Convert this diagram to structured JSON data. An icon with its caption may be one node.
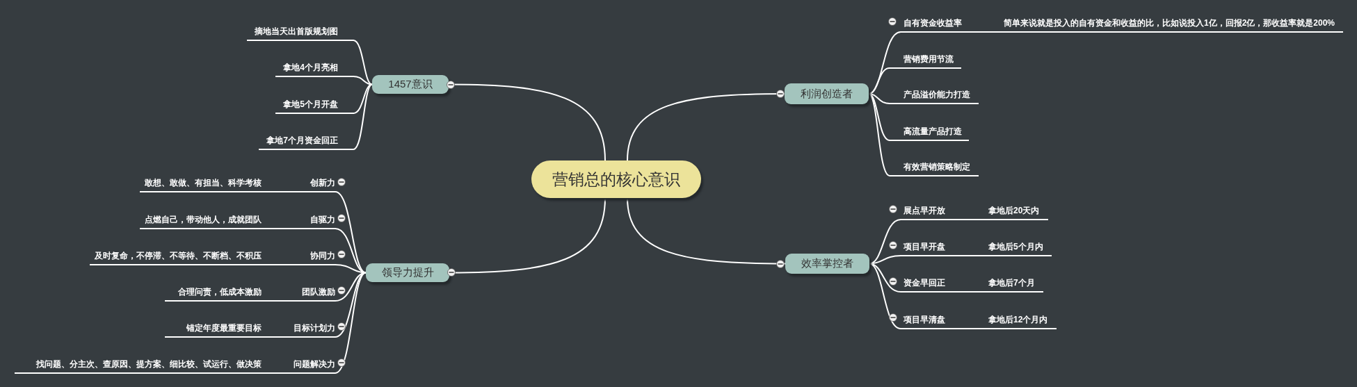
{
  "diagram": {
    "nodes": [
      {
        "text": [
          "营销总的核心意识"
        ]
      },
      {
        "text": [
          "1457意识"
        ]
      },
      {
        "text": [
          "摘地当天出首版规划图"
        ]
      },
      {
        "text": [
          "拿地4个月亮相"
        ]
      },
      {
        "text": [
          "拿地5个月开盘"
        ]
      },
      {
        "text": [
          "拿地7个月资金回正"
        ]
      },
      {
        "text": [
          "领导力提升"
        ]
      },
      {
        "text": [
          "创新力"
        ]
      },
      {
        "text": [
          "自驱力"
        ]
      },
      {
        "text": [
          "协同力"
        ]
      },
      {
        "text": [
          "团队激励"
        ]
      },
      {
        "text": [
          "目标计划力"
        ]
      },
      {
        "text": [
          "问题解决力"
        ]
      },
      {
        "text": [
          "敢想、敢做、有担当、科学考核"
        ]
      },
      {
        "text": [
          "点燃自己，带动他人，成就团队"
        ]
      },
      {
        "text": [
          "及时复命，不停滞、不等待、不断档、不积压"
        ]
      },
      {
        "text": [
          "合理问责，低成本激励"
        ]
      },
      {
        "text": [
          "锚定年度最重要目标"
        ]
      },
      {
        "text": [
          "找问题、分主次、查原因、提方案、细比较、试运行、做决策"
        ]
      },
      {
        "text": [
          "利润创造者"
        ]
      },
      {
        "text": [
          "自有资金收益率"
        ]
      },
      {
        "text": [
          "营销费用节流"
        ]
      },
      {
        "text": [
          "产品溢价能力打造"
        ]
      },
      {
        "text": [
          "高流量产品打造"
        ]
      },
      {
        "text": [
          "有效营销策略制定"
        ]
      },
      {
        "text": [
          "简单来说就是投入的自有资金和收益的比，比如说投入1亿，回报2亿，那收益率就是200%"
        ]
      },
      {
        "text": [
          "效率掌控者"
        ]
      },
      {
        "text": [
          "展点早开放"
        ]
      },
      {
        "text": [
          "项目早开盘"
        ]
      },
      {
        "text": [
          "资金早回正"
        ]
      },
      {
        "text": [
          "项目早清盘"
        ]
      },
      {
        "text": [
          "拿地后20天内"
        ]
      },
      {
        "text": [
          "拿地后5个月内"
        ]
      },
      {
        "text": [
          "拿地后7个月"
        ]
      },
      {
        "text": [
          "拿地后12个月内"
        ]
      }
    ],
    "edges": [
      {
        "from": 0,
        "to": 1,
        "arrow": "none"
      },
      {
        "from": 0,
        "to": 6,
        "arrow": "none"
      },
      {
        "from": 0,
        "to": 19,
        "arrow": "none"
      },
      {
        "from": 0,
        "to": 26,
        "arrow": "none"
      },
      {
        "from": 1,
        "to": 2,
        "arrow": "none"
      },
      {
        "from": 1,
        "to": 3,
        "arrow": "none"
      },
      {
        "from": 1,
        "to": 4,
        "arrow": "none"
      },
      {
        "from": 1,
        "to": 5,
        "arrow": "none"
      },
      {
        "from": 6,
        "to": 7,
        "arrow": "none"
      },
      {
        "from": 6,
        "to": 8,
        "arrow": "none"
      },
      {
        "from": 6,
        "to": 9,
        "arrow": "none"
      },
      {
        "from": 6,
        "to": 10,
        "arrow": "none"
      },
      {
        "from": 6,
        "to": 11,
        "arrow": "none"
      },
      {
        "from": 6,
        "to": 12,
        "arrow": "none"
      },
      {
        "from": 7,
        "to": 13,
        "arrow": "none"
      },
      {
        "from": 8,
        "to": 14,
        "arrow": "none"
      },
      {
        "from": 9,
        "to": 15,
        "arrow": "none"
      },
      {
        "from": 10,
        "to": 16,
        "arrow": "none"
      },
      {
        "from": 11,
        "to": 17,
        "arrow": "none"
      },
      {
        "from": 12,
        "to": 18,
        "arrow": "none"
      },
      {
        "from": 19,
        "to": 20,
        "arrow": "none"
      },
      {
        "from": 19,
        "to": 21,
        "arrow": "none"
      },
      {
        "from": 19,
        "to": 22,
        "arrow": "none"
      },
      {
        "from": 19,
        "to": 23,
        "arrow": "none"
      },
      {
        "from": 19,
        "to": 24,
        "arrow": "none"
      },
      {
        "from": 20,
        "to": 25,
        "arrow": "none"
      },
      {
        "from": 26,
        "to": 27,
        "arrow": "none"
      },
      {
        "from": 26,
        "to": 28,
        "arrow": "none"
      },
      {
        "from": 26,
        "to": 29,
        "arrow": "none"
      },
      {
        "from": 26,
        "to": 30,
        "arrow": "none"
      },
      {
        "from": 27,
        "to": 31,
        "arrow": "none"
      },
      {
        "from": 28,
        "to": 32,
        "arrow": "none"
      },
      {
        "from": 29,
        "to": 33,
        "arrow": "none"
      },
      {
        "from": 30,
        "to": 34,
        "arrow": "none"
      }
    ]
  }
}
